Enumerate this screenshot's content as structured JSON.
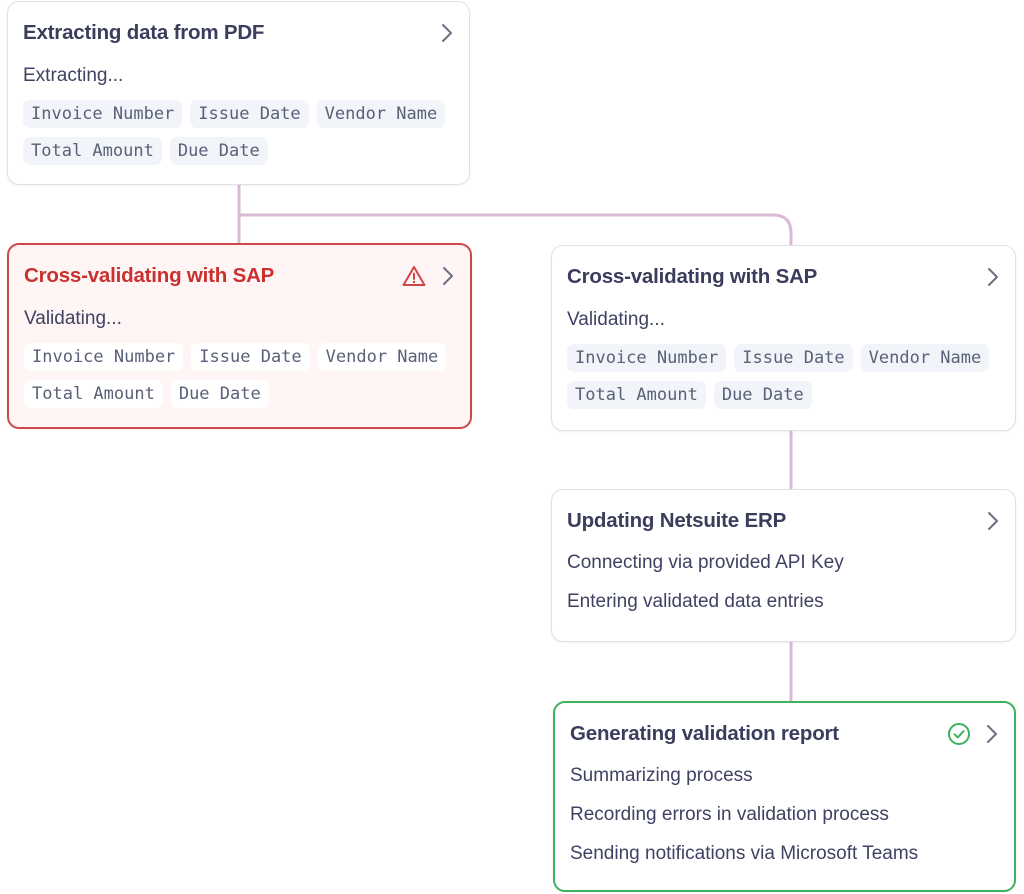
{
  "colors": {
    "connector": "#dab8d6",
    "error": "#d04747",
    "success": "#3fb15f",
    "chevron": "#6b7084"
  },
  "cards": {
    "extract": {
      "title": "Extracting data from PDF",
      "status": "Extracting...",
      "chips": [
        "Invoice Number",
        "Issue Date",
        "Vendor Name",
        "Total Amount",
        "Due Date"
      ],
      "icon": "chevron-right-icon"
    },
    "sap_error": {
      "title": "Cross-validating with SAP",
      "status": "Validating...",
      "chips": [
        "Invoice Number",
        "Issue Date",
        "Vendor Name",
        "Total Amount",
        "Due Date"
      ],
      "state_icon": "warning-triangle-icon",
      "icon": "chevron-right-icon"
    },
    "sap": {
      "title": "Cross-validating with SAP",
      "status": "Validating...",
      "chips": [
        "Invoice Number",
        "Issue Date",
        "Vendor Name",
        "Total Amount",
        "Due Date"
      ],
      "icon": "chevron-right-icon"
    },
    "netsuite": {
      "title": "Updating Netsuite ERP",
      "lines": [
        "Connecting via provided API Key",
        "Entering validated data entries"
      ],
      "icon": "chevron-right-icon"
    },
    "report": {
      "title": "Generating validation report",
      "lines": [
        "Summarizing process",
        "Recording errors in validation process",
        "Sending notifications via Microsoft Teams"
      ],
      "state_icon": "check-circle-icon",
      "icon": "chevron-right-icon"
    }
  }
}
